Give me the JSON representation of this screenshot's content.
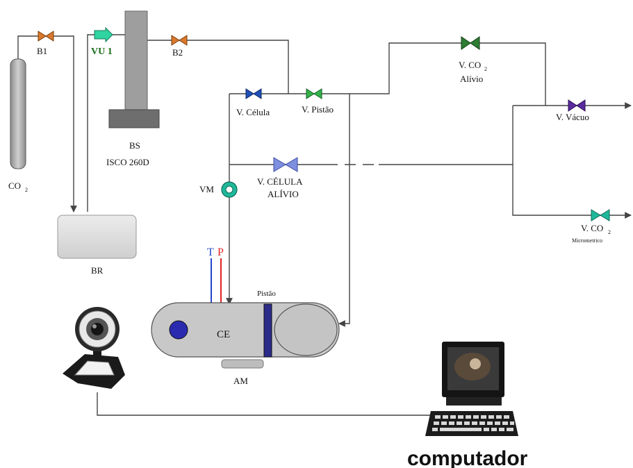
{
  "labels": {
    "b1": "B1",
    "vu1": "VU 1",
    "b2": "B2",
    "bs": "BS",
    "isco": "ISCO 260D",
    "co2_cyl": "CO",
    "co2_sub": "2",
    "br": "BR",
    "v_celula": "V. Célula",
    "v_pistao": "V. Pistão",
    "v_co2_alivio_1": "V. CO",
    "v_co2_alivio_sub": "2",
    "v_co2_alivio_2": "Alívio",
    "v_vacuo": "V. Vácuo",
    "vm": "VM",
    "v_celula_alivio_1": "V. CÉLULA",
    "v_celula_alivio_2": "ALÍVIO",
    "v_co2_micro_1": "V. CO",
    "v_co2_micro_sub": "2",
    "v_co2_micro_2": "Micrometrico",
    "t": "T",
    "p": "P",
    "pistao": "Pistão",
    "ce": "CE",
    "am": "AM",
    "computador": "computador"
  },
  "colors": {
    "valve_orange": "#d9782c",
    "valve_blue": "#1f4fb5",
    "valve_green": "#34b24a",
    "valve_darkgreen": "#2e7d32",
    "valve_purple": "#5b2a9e",
    "valve_lightblue": "#7f8fe0",
    "valve_teal": "#1fb89a",
    "vu_arrow": "#2fd4a0",
    "t_line": "#2244cc",
    "p_line": "#dd2222",
    "piston": "#2b2b8a",
    "ce_dot": "#2b2bb0"
  }
}
